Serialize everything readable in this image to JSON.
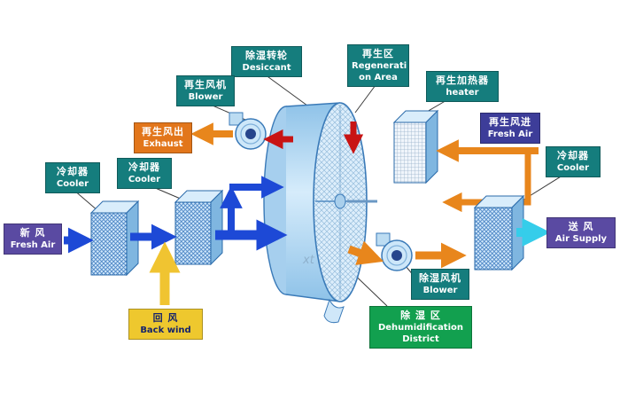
{
  "diagram": {
    "watermark": "xt",
    "colors": {
      "teal_label": "#157d7d",
      "purple_label": "#5a4aa2",
      "navy_label": "#3d3d99",
      "orange_label": "#e2761b",
      "gold_label": "#eec82e",
      "gold_label_text": "#16246b",
      "green_label": "#12a04f",
      "blue_arrow": "#1d49d6",
      "orange_arrow": "#e8861c",
      "red_arrow": "#c81414",
      "yellow_arrow": "#f0c431",
      "cyan_arrow": "#35cdea",
      "component_outline": "#3a7ab8",
      "component_fill": "#cde7f9"
    },
    "labels": {
      "desiccant": {
        "line1": "除湿转轮",
        "line2": "Desiccant"
      },
      "regeneration_area": {
        "line1": "再生区",
        "line2": "Regenerati",
        "line3": "on Area"
      },
      "regen_blower": {
        "line1": "再生风机",
        "line2": "Blower"
      },
      "regen_heater": {
        "line1": "再生加热器",
        "line2": "heater"
      },
      "exhaust": {
        "line1": "再生风出",
        "line2": "Exhaust"
      },
      "regen_fresh_air": {
        "line1": "再生风进",
        "line2": "Fresh Air"
      },
      "cooler_left_1": {
        "line1": "冷却器",
        "line2": "Cooler"
      },
      "cooler_left_2": {
        "line1": "冷却器",
        "line2": "Cooler"
      },
      "cooler_right": {
        "line1": "冷却器",
        "line2": "Cooler"
      },
      "fresh_air": {
        "line1": "新 风",
        "line2": "Fresh Air"
      },
      "air_supply": {
        "line1": "送 风",
        "line2": "Air Supply"
      },
      "back_wind": {
        "line1": "回 风",
        "line2": "Back wind"
      },
      "dehumid_blower": {
        "line1": "除湿风机",
        "line2": "Blower"
      },
      "dehumid_district": {
        "line1": "除 湿 区",
        "line2": "Dehumidification",
        "line3": "District"
      }
    }
  }
}
